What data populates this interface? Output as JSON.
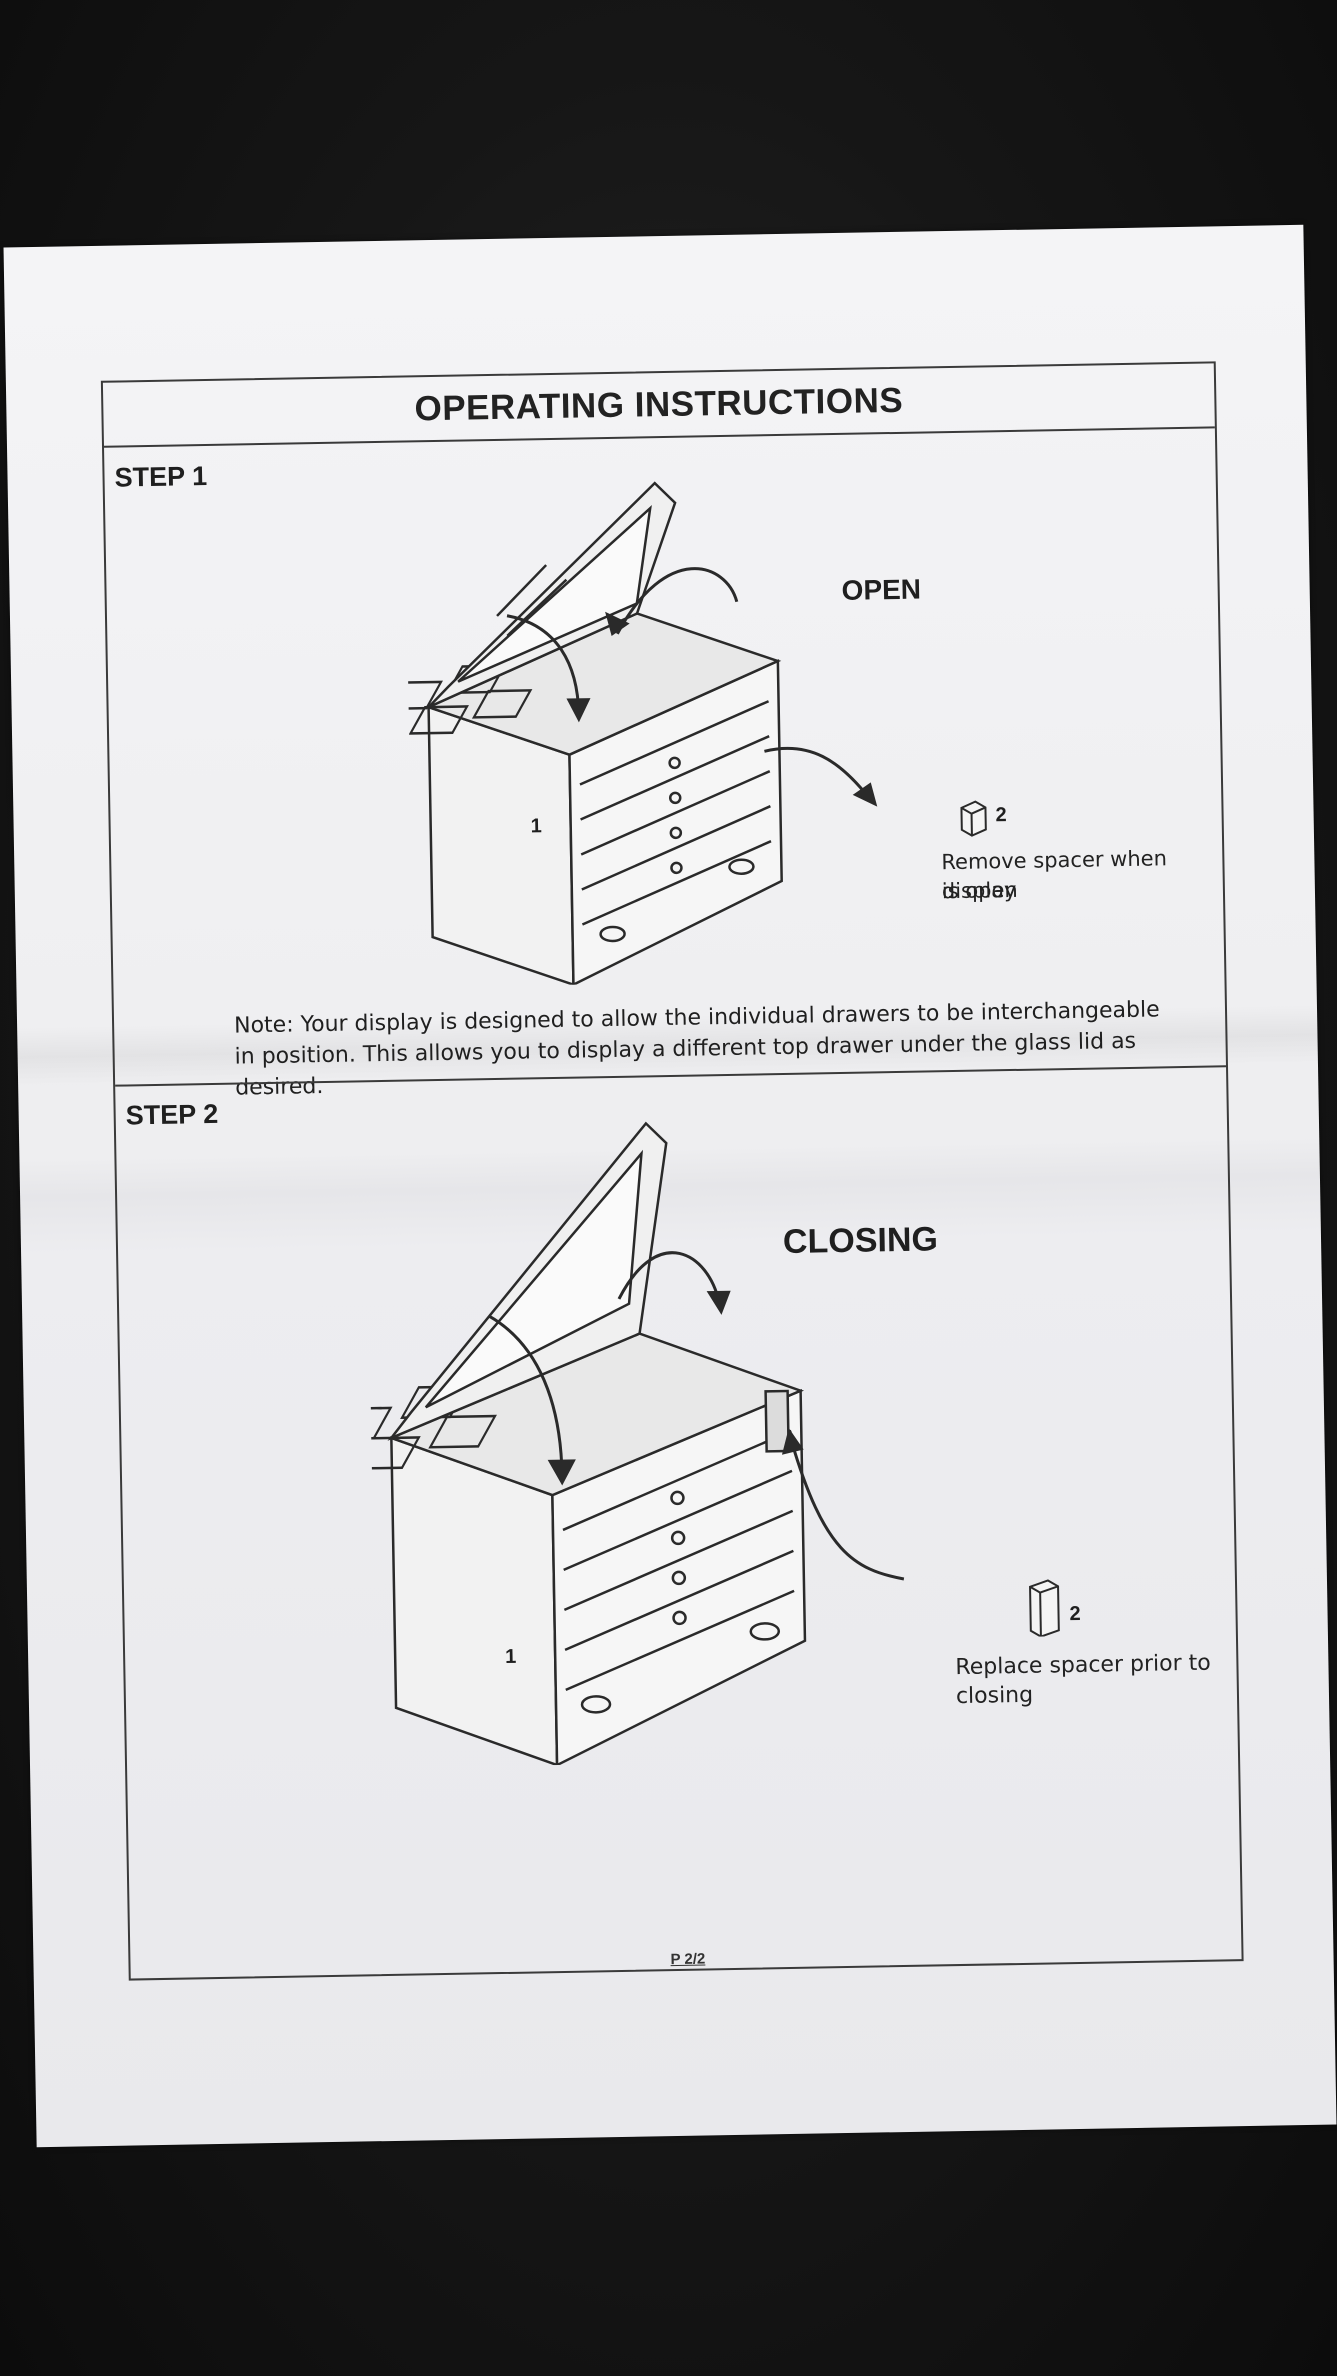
{
  "document": {
    "title": "OPERATING INSTRUCTIONS",
    "page_number": "P 2/2"
  },
  "step1": {
    "label": "STEP 1",
    "callout": "OPEN",
    "part_box": "1",
    "part_spacer": "2",
    "caption_line1": "Remove spacer when display",
    "caption_line2": "is open"
  },
  "note": {
    "line1": "Note: Your display is designed to allow the individual drawers to be interchangeable",
    "line2": "in position. This allows you to display a different top drawer under the glass lid as desired."
  },
  "step2": {
    "label": "STEP 2",
    "callout": "CLOSING",
    "part_box": "1",
    "part_spacer": "2",
    "caption": "Replace spacer prior to closing"
  }
}
